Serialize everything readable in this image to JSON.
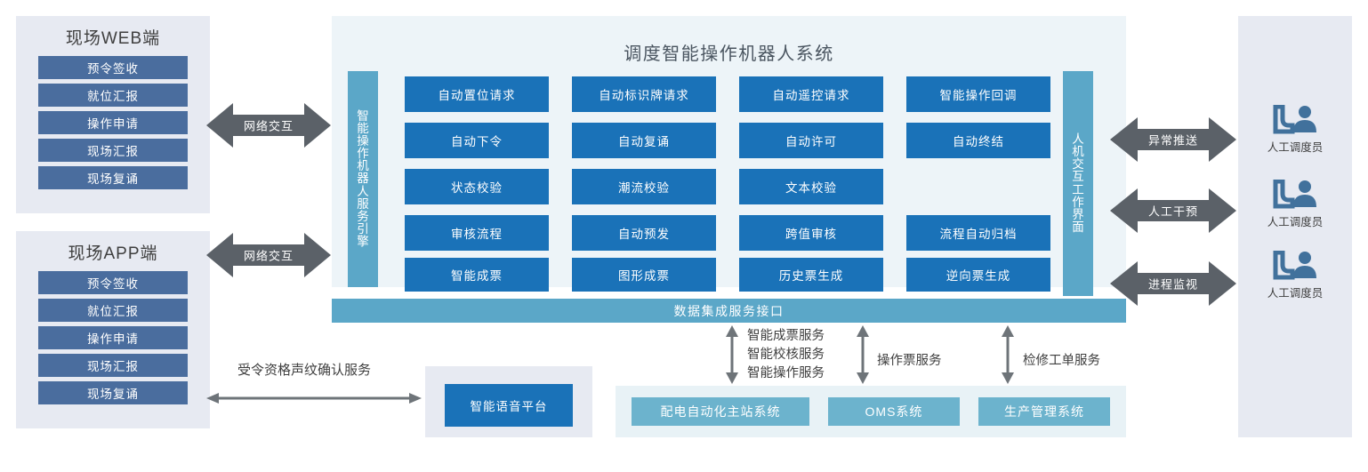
{
  "web_client": {
    "title": "现场WEB端",
    "items": [
      "预令签收",
      "就位汇报",
      "操作申请",
      "现场汇报",
      "现场复诵"
    ]
  },
  "app_client": {
    "title": "现场APP端",
    "items": [
      "预令签收",
      "就位汇报",
      "操作申请",
      "现场汇报",
      "现场复诵"
    ]
  },
  "network_arrows": {
    "web_label": "网络交互",
    "app_label": "网络交互"
  },
  "center": {
    "title": "调度智能操作机器人系统",
    "engine_label": "智能操作机器人服务引擎",
    "interface_label": "人机交互工作界面",
    "grid": [
      [
        "自动置位请求",
        "自动标识牌请求",
        "自动遥控请求",
        "智能操作回调"
      ],
      [
        "自动下令",
        "自动复诵",
        "自动许可",
        "自动终结"
      ],
      [
        "状态校验",
        "潮流校验",
        "文本校验",
        ""
      ],
      [
        "审核流程",
        "自动预发",
        "跨值审核",
        "流程自动归档"
      ],
      [
        "智能成票",
        "图形成票",
        "历史票生成",
        "逆向票生成"
      ]
    ]
  },
  "data_bar": {
    "label": "数据集成服务接口"
  },
  "voice": {
    "box_label": "智能语音平台",
    "arrow_label": "受令资格声纹确认服务"
  },
  "services": {
    "left": "智能成票服务\n智能校核服务\n智能操作服务",
    "left_lines": [
      "智能成票服务",
      "智能校核服务",
      "智能操作服务"
    ],
    "middle": "操作票服务",
    "right": "检修工单服务"
  },
  "systems": {
    "items": [
      "配电自动化主站系统",
      "OMS系统",
      "生产管理系统"
    ]
  },
  "operators": {
    "arrows": [
      "异常推送",
      "人工干预",
      "进程监视"
    ],
    "items": [
      {
        "label": "人工调度员",
        "icon": "operator-workstation-icon"
      },
      {
        "label": "人工调度员",
        "icon": "operator-workstation-icon"
      },
      {
        "label": "人工调度员",
        "icon": "operator-workstation-icon"
      }
    ]
  },
  "colors": {
    "client_bg": "#e7eaf2",
    "client_btn": "#4a6d9e",
    "center_bg": "#edf4f8",
    "fn_blue": "#1a72b8",
    "teal": "#5ba7c8",
    "sys_box": "#6cb3cd",
    "systems_bg": "#e8f2f6",
    "arrow_gray": "#5b6168",
    "text_dark": "#3f3f3f"
  }
}
